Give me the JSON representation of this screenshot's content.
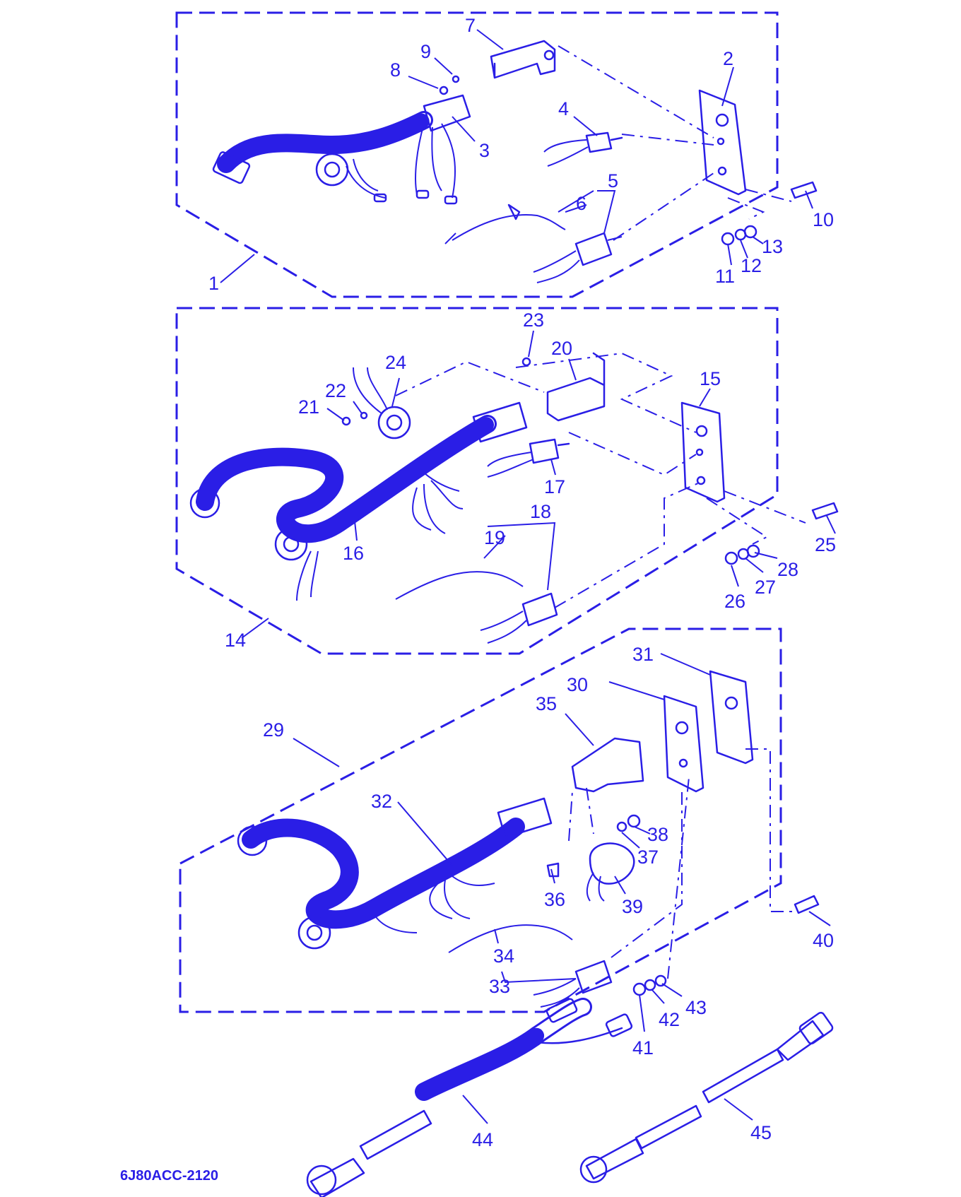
{
  "diagram": {
    "code": "6J80ACC-2120",
    "callouts": [
      "1",
      "2",
      "3",
      "4",
      "5",
      "6",
      "7",
      "8",
      "9",
      "10",
      "11",
      "12",
      "13",
      "14",
      "15",
      "16",
      "17",
      "18",
      "19",
      "20",
      "21",
      "22",
      "23",
      "24",
      "25",
      "26",
      "27",
      "28",
      "29",
      "30",
      "31",
      "32",
      "33",
      "34",
      "35",
      "36",
      "37",
      "38",
      "39",
      "40",
      "41",
      "42",
      "43",
      "44",
      "45"
    ],
    "colors": {
      "ink": "#2a1ee6",
      "paper": "#ffffff"
    }
  }
}
